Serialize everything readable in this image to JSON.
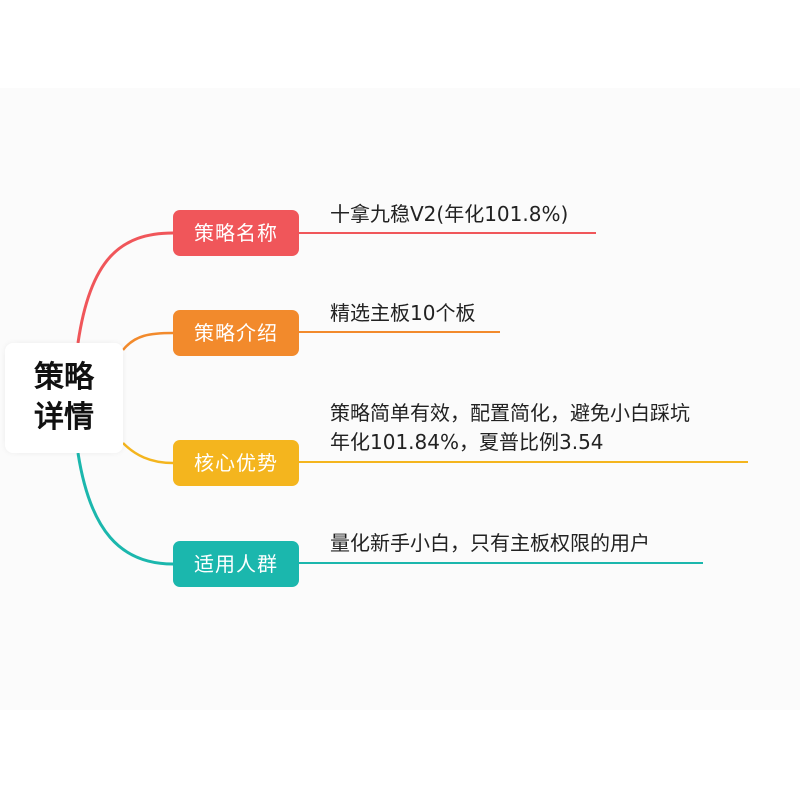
{
  "root": {
    "label_line1": "策略",
    "label_line2": "详情"
  },
  "branches": [
    {
      "label": "策略名称",
      "color": "#f0565a",
      "details": [
        "十拿九稳V2(年化101.8%)"
      ]
    },
    {
      "label": "策略介绍",
      "color": "#f28a2c",
      "details": [
        "精选主板10个板"
      ]
    },
    {
      "label": "核心优势",
      "color": "#f4b51e",
      "details": [
        "策略简单有效，配置简化，避免小白踩坑",
        "年化101.84%，夏普比例3.54"
      ]
    },
    {
      "label": "适用人群",
      "color": "#1bb7ad",
      "details": [
        "量化新手小白，只有主板权限的用户"
      ]
    }
  ]
}
